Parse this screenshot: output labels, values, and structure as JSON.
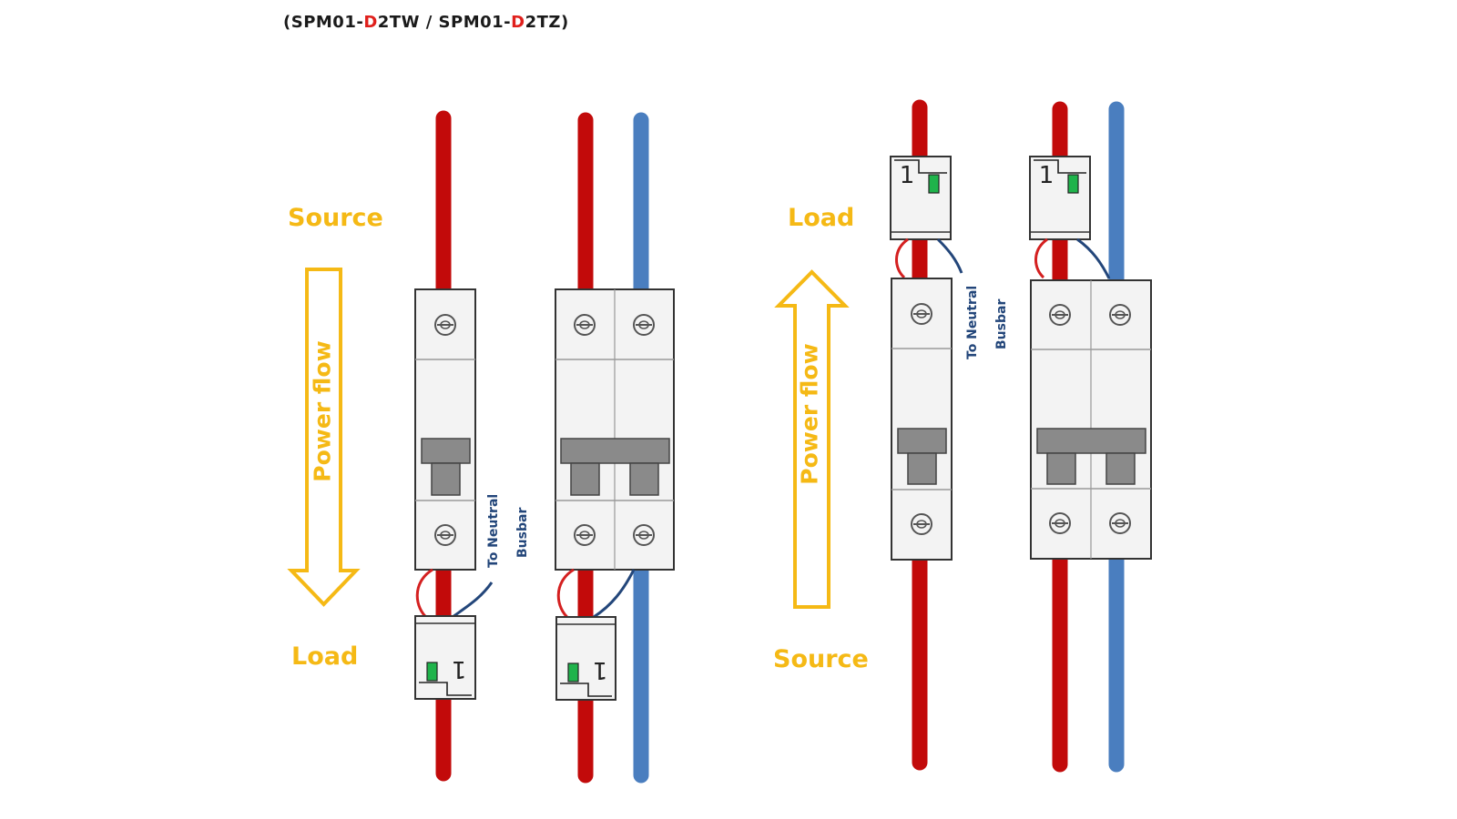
{
  "title": {
    "prefix_1": "(SPM01-",
    "highlight_1": "D",
    "middle": "2TW / SPM01-",
    "highlight_2": "D",
    "suffix": "2TZ)"
  },
  "left_panel": {
    "top_label": "Source",
    "bottom_label": "Load",
    "flow_label": "Power flow",
    "flow_direction": "down",
    "neutral_line_1": "To Neutral",
    "neutral_line_2": "Busbar"
  },
  "right_panel": {
    "top_label": "Load",
    "bottom_label": "Source",
    "flow_label": "Power flow",
    "flow_direction": "up",
    "neutral_line_1": "To Neutral",
    "neutral_line_2": "Busbar"
  },
  "meter_glyph": "1",
  "colors": {
    "live_wire": "#c20a0a",
    "neutral_wire": "#4a7ebf",
    "neutral_lead": "#23467a",
    "label_yellow": "#f5b915",
    "breaker_handle": "#8a8a8a",
    "indicator_green": "#1fb34b",
    "title_highlight": "#e0201c"
  }
}
